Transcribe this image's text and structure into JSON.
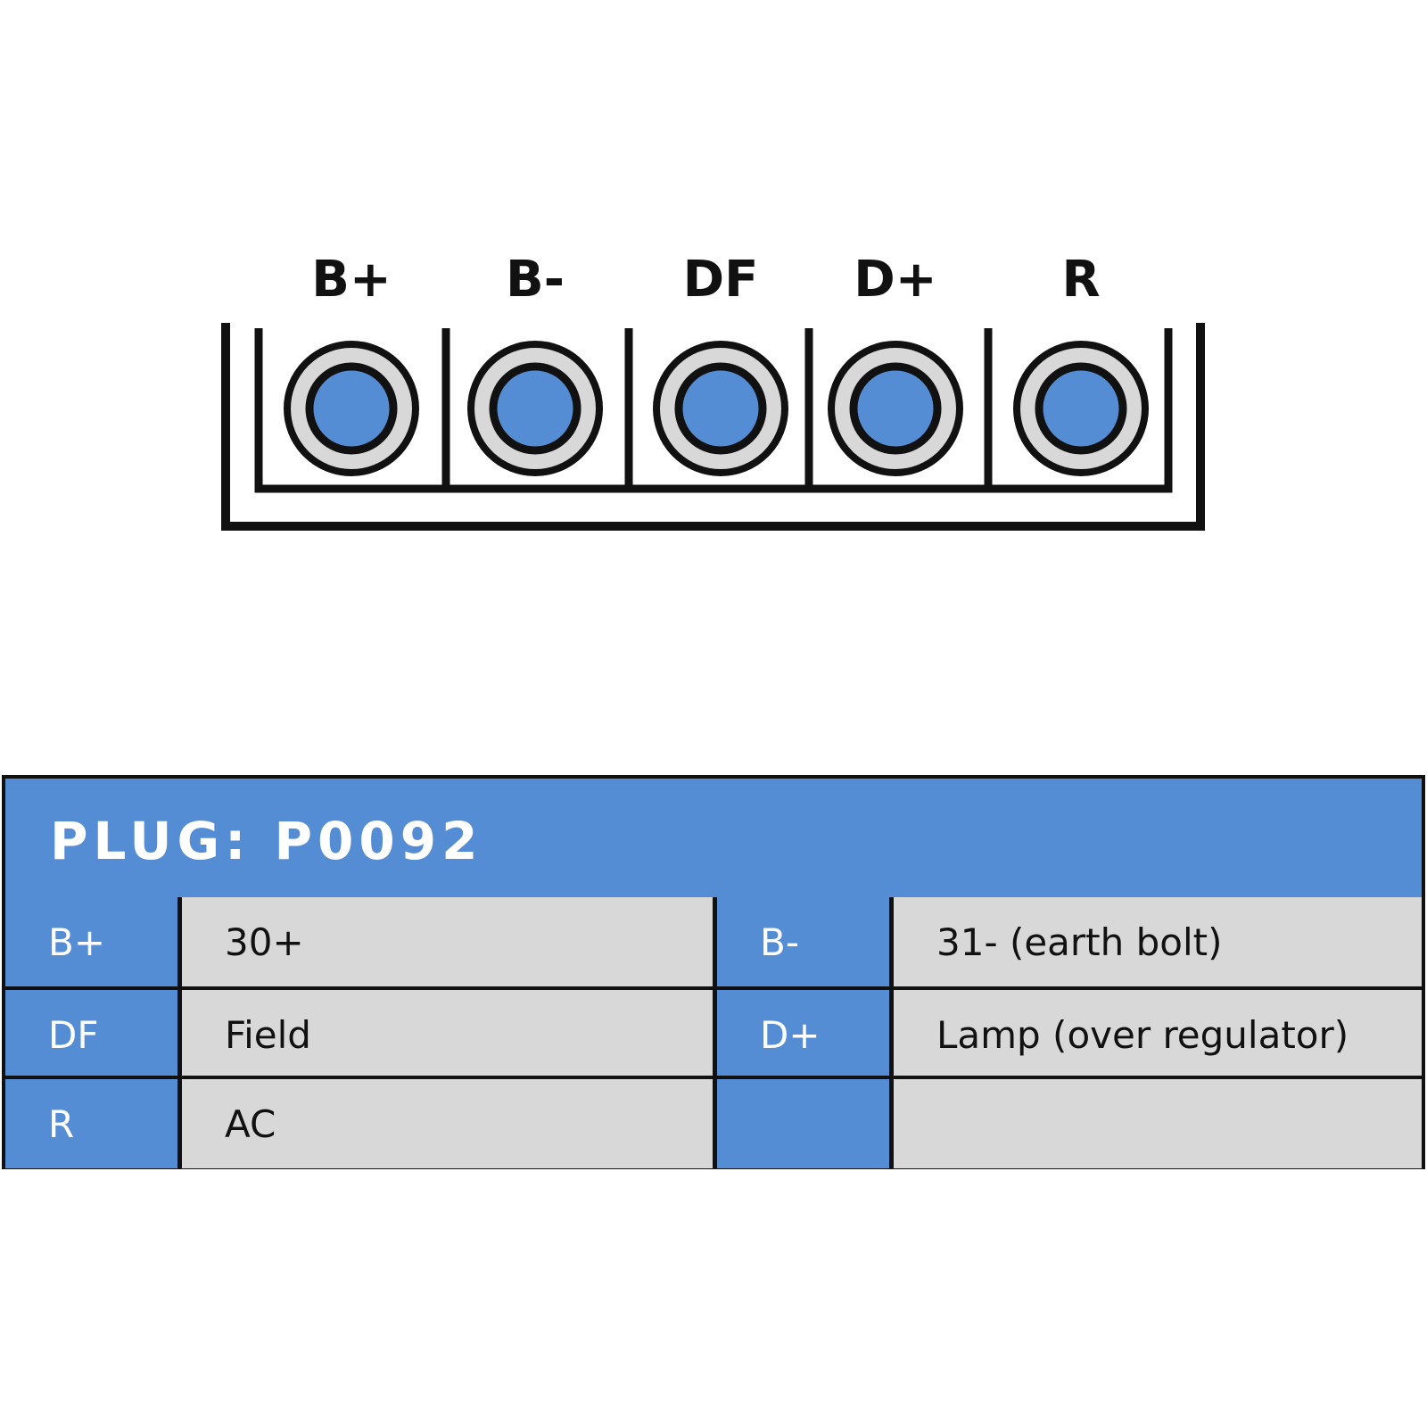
{
  "connector": {
    "pins": [
      "B+",
      "B-",
      "DF",
      "D+",
      "R"
    ],
    "colors": {
      "pin_core": "#558dd5",
      "pin_ring": "#d8d8d8",
      "outline": "#111111"
    }
  },
  "table": {
    "title": "PLUG: P0092",
    "rows": [
      [
        {
          "pin": "B+",
          "function": "30+"
        },
        {
          "pin": "B-",
          "function": "31- (earth bolt)"
        }
      ],
      [
        {
          "pin": "DF",
          "function": "Field"
        },
        {
          "pin": "D+",
          "function": "Lamp (over regulator)"
        }
      ],
      [
        {
          "pin": "R",
          "function": "AC"
        },
        {
          "pin": "",
          "function": ""
        }
      ]
    ],
    "colors": {
      "header_bg": "#558dd5",
      "key_bg": "#558dd5",
      "value_bg": "#d8d8d8"
    }
  }
}
